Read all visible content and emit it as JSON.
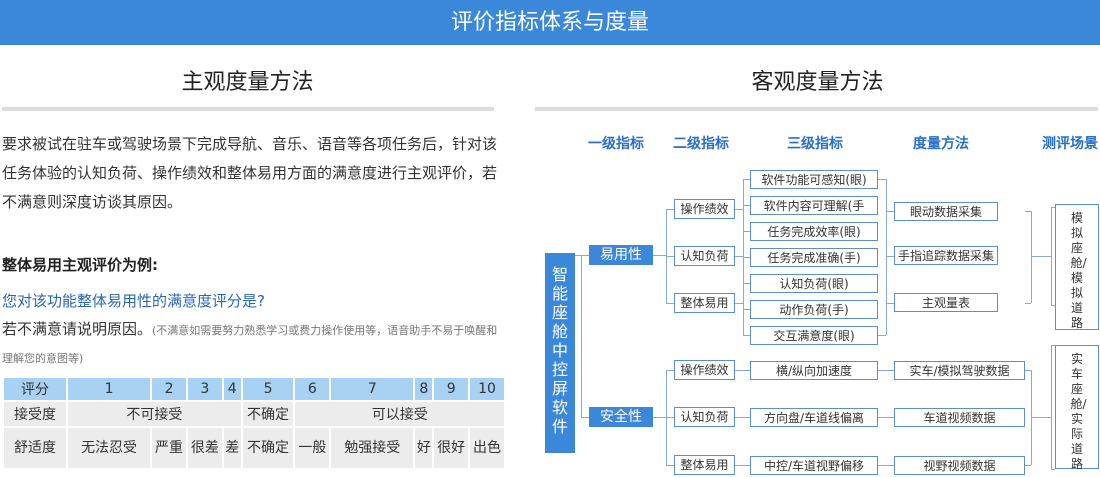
{
  "banner": {
    "title": "评价指标体系与度量"
  },
  "subjective": {
    "title": "主观度量方法",
    "paragraph": "要求被试在驻车或驾驶场景下完成导航、音乐、语音等各项任务后，针对该任务体验的认知负荷、操作绩效和整体易用方面的满意度进行主观评价，若不满意则深度访谈其原因。",
    "example_heading": "整体易用主观评价为例:",
    "question": "您对该功能整体易用性的满意度评分是?",
    "reason_main": "若不满意请说明原因。",
    "reason_note": "(不满意如需要努力熟悉学习或费力操作使用等，语音助手不易于唤醒和理解您的意图等)",
    "table": {
      "header": [
        "评分",
        "1",
        "2",
        "3",
        "4",
        "5",
        "6",
        "7",
        "8",
        "9",
        "10"
      ],
      "row_accept": {
        "label": "接受度",
        "unacceptable": "不可接受",
        "uncertain": "不确定",
        "acceptable": "可以接受"
      },
      "row_comfort": {
        "label": "舒适度",
        "cells": [
          "无法忍受",
          "严重",
          "很差",
          "差",
          "不确定",
          "一般",
          "勉强接受",
          "好",
          "很好",
          "出色"
        ]
      }
    }
  },
  "objective": {
    "title": "客观度量方法",
    "columns": [
      "一级指标",
      "二级指标",
      "三级指标",
      "度量方法",
      "测评场景"
    ],
    "root": "智能座舱中控屏软件",
    "level1": [
      "易用性",
      "安全性"
    ],
    "level2_ease": [
      "操作绩效",
      "认知负荷",
      "整体易用"
    ],
    "level2_safety": [
      "操作绩效",
      "认知负荷",
      "整体易用"
    ],
    "level3_ease": [
      "软件功能可感知(眼)",
      "软件内容可理解(手",
      "任务完成效率(眼)",
      "任务完成准确(手)",
      "认知负荷(眼)",
      "动作负荷(手)",
      "交互满意度(眼)"
    ],
    "level3_safety": [
      "横/纵向加速度",
      "方向盘/车道线偏离",
      "中控/车道视野偏移"
    ],
    "methods_ease": [
      "眼动数据采集",
      "手指追踪数据采集",
      "主观量表"
    ],
    "methods_safety": [
      "实车/模拟驾驶数据",
      "车道视频数据",
      "视野视频数据"
    ],
    "scenes": [
      "模拟座舱/模拟道路",
      "实车座舱/实际道路"
    ]
  }
}
